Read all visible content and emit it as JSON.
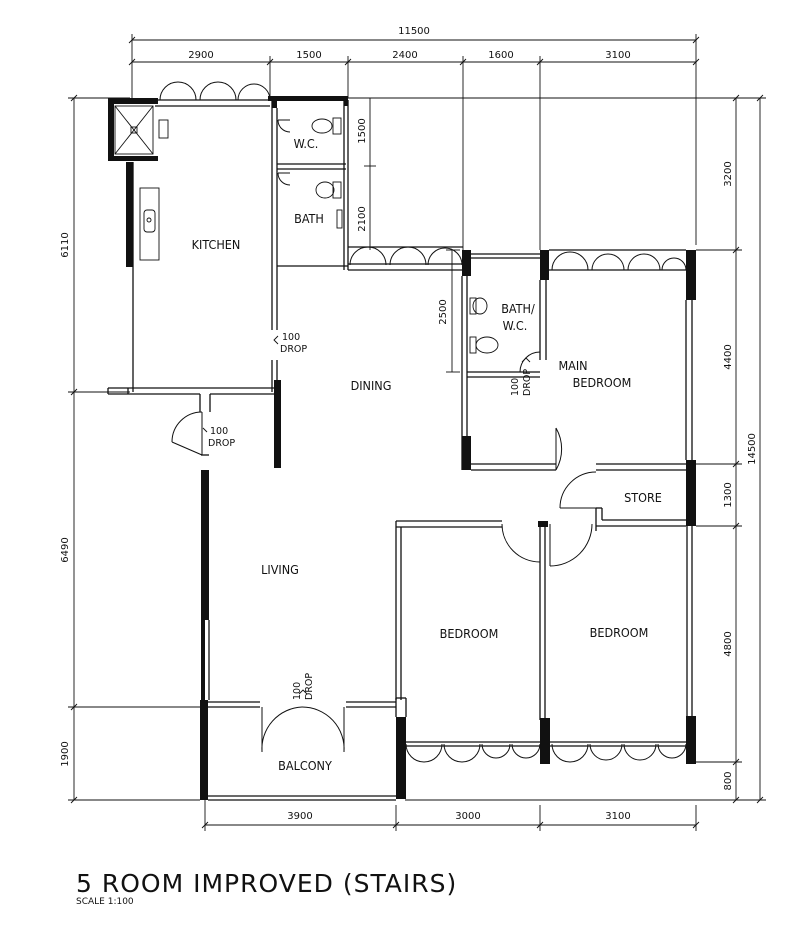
{
  "plan": {
    "title": "5 ROOM IMPROVED (STAIRS)",
    "scale": "SCALE   1:100",
    "rooms": {
      "wc": "W.C.",
      "bath": "BATH",
      "kitchen": "KITCHEN",
      "dining": "DINING",
      "bath_wc_line1": "BATH/",
      "bath_wc_line2": "W.C.",
      "main_bedroom_line1": "MAIN",
      "main_bedroom_line2": "BEDROOM",
      "store": "STORE",
      "living": "LIVING",
      "bedroom_1": "BEDROOM",
      "bedroom_2": "BEDROOM",
      "balcony": "BALCONY"
    },
    "drops": {
      "value": "100",
      "label": "DROP"
    },
    "dimensions": {
      "top_total": "11500",
      "top": [
        "2900",
        "1500",
        "2400",
        "1600",
        "3100"
      ],
      "bottom": [
        "3900",
        "3000",
        "3100"
      ],
      "left": [
        "6110",
        "6490",
        "1900"
      ],
      "right": [
        "3200",
        "4400",
        "1300",
        "4800",
        "800"
      ],
      "right_total": "14500",
      "wc_height": "1500",
      "bath_height": "2100",
      "bathwc_height": "2500"
    }
  }
}
